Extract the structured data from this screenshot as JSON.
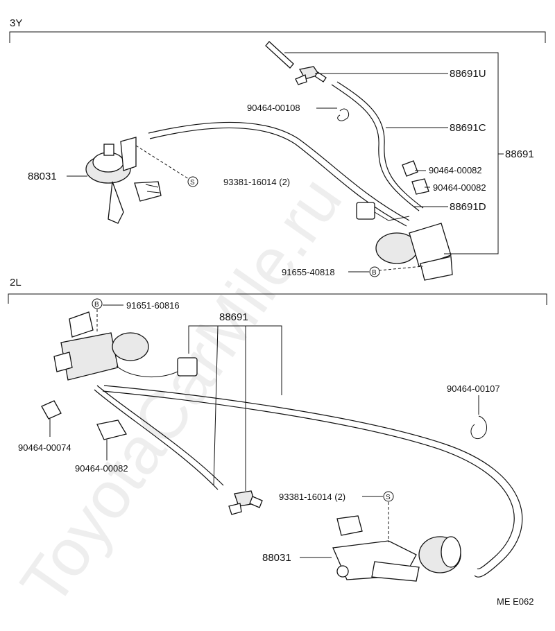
{
  "sections": {
    "top": "3Y",
    "bottom": "2L"
  },
  "watermark": "ToyotaCarMile.ru",
  "top_labels": {
    "u": "88691U",
    "c": "88691C",
    "group": "88691",
    "d": "88691D",
    "clamp_108": "90464-00108",
    "actuator": "88031",
    "screw": "93381-16014 (2)",
    "clip_82a": "90464-00082",
    "clip_82b": "90464-00082",
    "bolt": "91655-40818",
    "bolt_sym": "B",
    "screw_sym": "S"
  },
  "bottom_labels": {
    "bolt": "91651-60816",
    "bolt_sym": "B",
    "group": "88691",
    "clamp_107": "90464-00107",
    "clip_74": "90464-00074",
    "clip_82": "90464-00082",
    "screw": "93381-16014 (2)",
    "screw_sym": "S",
    "actuator": "88031"
  },
  "code": "ME   E062"
}
